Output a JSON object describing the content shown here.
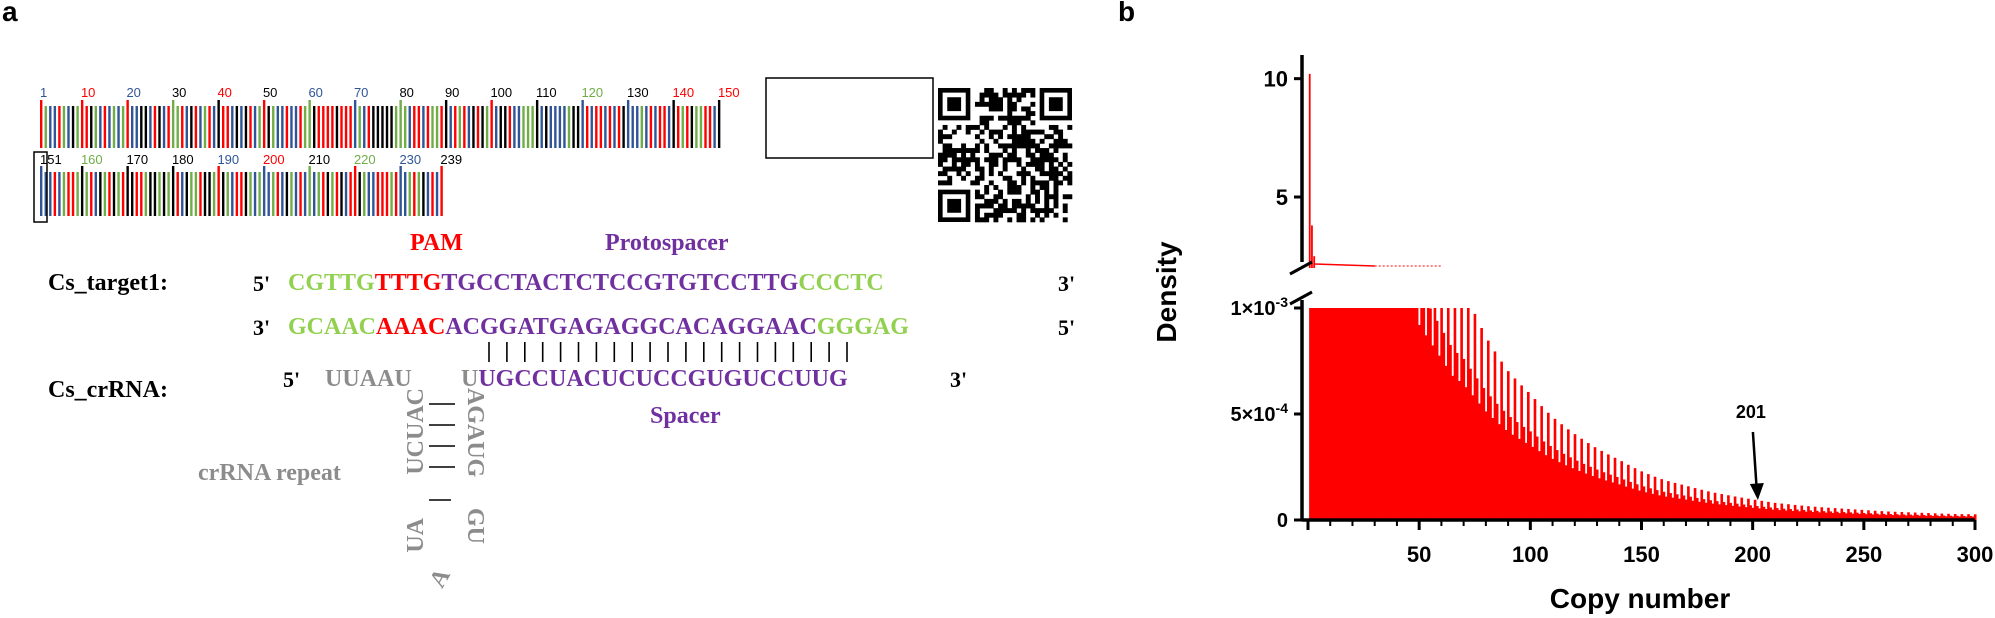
{
  "panel_a": {
    "letter": "a",
    "barcode": {
      "row1_ticks": [
        {
          "label": "1",
          "color": "#2f5597"
        },
        {
          "label": "10",
          "color": "#ff0000"
        },
        {
          "label": "20",
          "color": "#2f5597"
        },
        {
          "label": "30",
          "color": "#000000"
        },
        {
          "label": "40",
          "color": "#ff0000"
        },
        {
          "label": "50",
          "color": "#000000"
        },
        {
          "label": "60",
          "color": "#2f5597"
        },
        {
          "label": "70",
          "color": "#2f5597"
        },
        {
          "label": "80",
          "color": "#000000"
        },
        {
          "label": "90",
          "color": "#000000"
        },
        {
          "label": "100",
          "color": "#000000"
        },
        {
          "label": "110",
          "color": "#000000"
        },
        {
          "label": "120",
          "color": "#70ad47"
        },
        {
          "label": "130",
          "color": "#000000"
        },
        {
          "label": "140",
          "color": "#ff0000"
        },
        {
          "label": "150",
          "color": "#ff0000"
        }
      ],
      "row2_ticks": [
        {
          "label": "151",
          "color": "#000000"
        },
        {
          "label": "160",
          "color": "#70ad47"
        },
        {
          "label": "170",
          "color": "#000000"
        },
        {
          "label": "180",
          "color": "#000000"
        },
        {
          "label": "190",
          "color": "#2f5597"
        },
        {
          "label": "200",
          "color": "#ff0000"
        },
        {
          "label": "210",
          "color": "#000000"
        },
        {
          "label": "220",
          "color": "#70ad47"
        },
        {
          "label": "230",
          "color": "#2f5597"
        },
        {
          "label": "239",
          "color": "#000000"
        }
      ],
      "colors": {
        "A": "#2f5597",
        "C": "#ff0000",
        "G": "#70ad47",
        "T": "#000000"
      }
    },
    "pam_label": "PAM",
    "protospacer_label": "Protospacer",
    "target_name": "Cs_target1:",
    "target_top": {
      "prime_left": "5'",
      "green1": "CGTTG",
      "red": "TTTG",
      "purple": "TGCCTACTCTCCGTGTCCTTG",
      "green2": "CCCTC",
      "prime_right": "3'"
    },
    "target_bottom": {
      "prime_left": "3'",
      "green1": "GCAAC",
      "red": "AAAC",
      "purple": "ACGGATGAGAGGCACAGGAAC",
      "green2": "GGGAG",
      "prime_right": "5'"
    },
    "crrna_name": "Cs_crRNA:",
    "crrna": {
      "prime_left": "5'",
      "gray1": "UUAAU",
      "gray2": "U",
      "purple": "UGCCUACUCUCCGUGUCCUUG",
      "prime_right": "3'"
    },
    "spacer_label": "Spacer",
    "repeat_label": "crRNA repeat",
    "stem_left": "UCUAC",
    "stem_right": "AGAUG",
    "loop_left": "UA",
    "loop_right": "GU",
    "loop_bottom": "A"
  },
  "panel_b": {
    "letter": "b",
    "ylabel": "Density",
    "xlabel": "Copy number",
    "annotation": "201"
  },
  "chart_data": {
    "type": "bar",
    "xlabel": "Copy number",
    "ylabel": "Density",
    "xlim": [
      0,
      300
    ],
    "xticks": [
      50,
      100,
      150,
      200,
      250,
      300
    ],
    "upper_axis": {
      "ylim": [
        2,
        11
      ],
      "yticks": [
        "10",
        "5"
      ],
      "ytick_values": [
        10,
        5
      ]
    },
    "lower_axis": {
      "ylim": [
        0,
        0.001
      ],
      "yticks": [
        "1×10-3",
        "5×10-4",
        "0"
      ],
      "ytick_values": [
        0.001,
        0.0005,
        0
      ]
    },
    "bar_color": "#ff0000",
    "annotation": {
      "text": "201",
      "x": 201
    },
    "series": [
      {
        "x": [
          1,
          2,
          3,
          4,
          5,
          10,
          20,
          30,
          40,
          45,
          50,
          55,
          60,
          65,
          70,
          75,
          80,
          90,
          100,
          110,
          120,
          130,
          140,
          150,
          160,
          170,
          180,
          190,
          200,
          210,
          220,
          230,
          240,
          250,
          260,
          270,
          280,
          290,
          300
        ],
        "values": [
          10.2,
          3.8,
          0.6,
          0.15,
          0.05,
          0.01,
          0.004,
          0.003,
          0.002,
          0.0015,
          0.00115,
          0.00105,
          0.00095,
          0.00085,
          0.0008,
          0.00072,
          0.00064,
          0.00052,
          0.00044,
          0.00036,
          0.0003,
          0.00025,
          0.00021,
          0.00017,
          0.00014,
          0.00012,
          0.0001,
          8.5e-05,
          7.2e-05,
          6e-05,
          5.2e-05,
          4.5e-05,
          4e-05,
          3.5e-05,
          3e-05,
          2.7e-05,
          2.4e-05,
          2.1e-05,
          2e-05
        ]
      }
    ]
  }
}
